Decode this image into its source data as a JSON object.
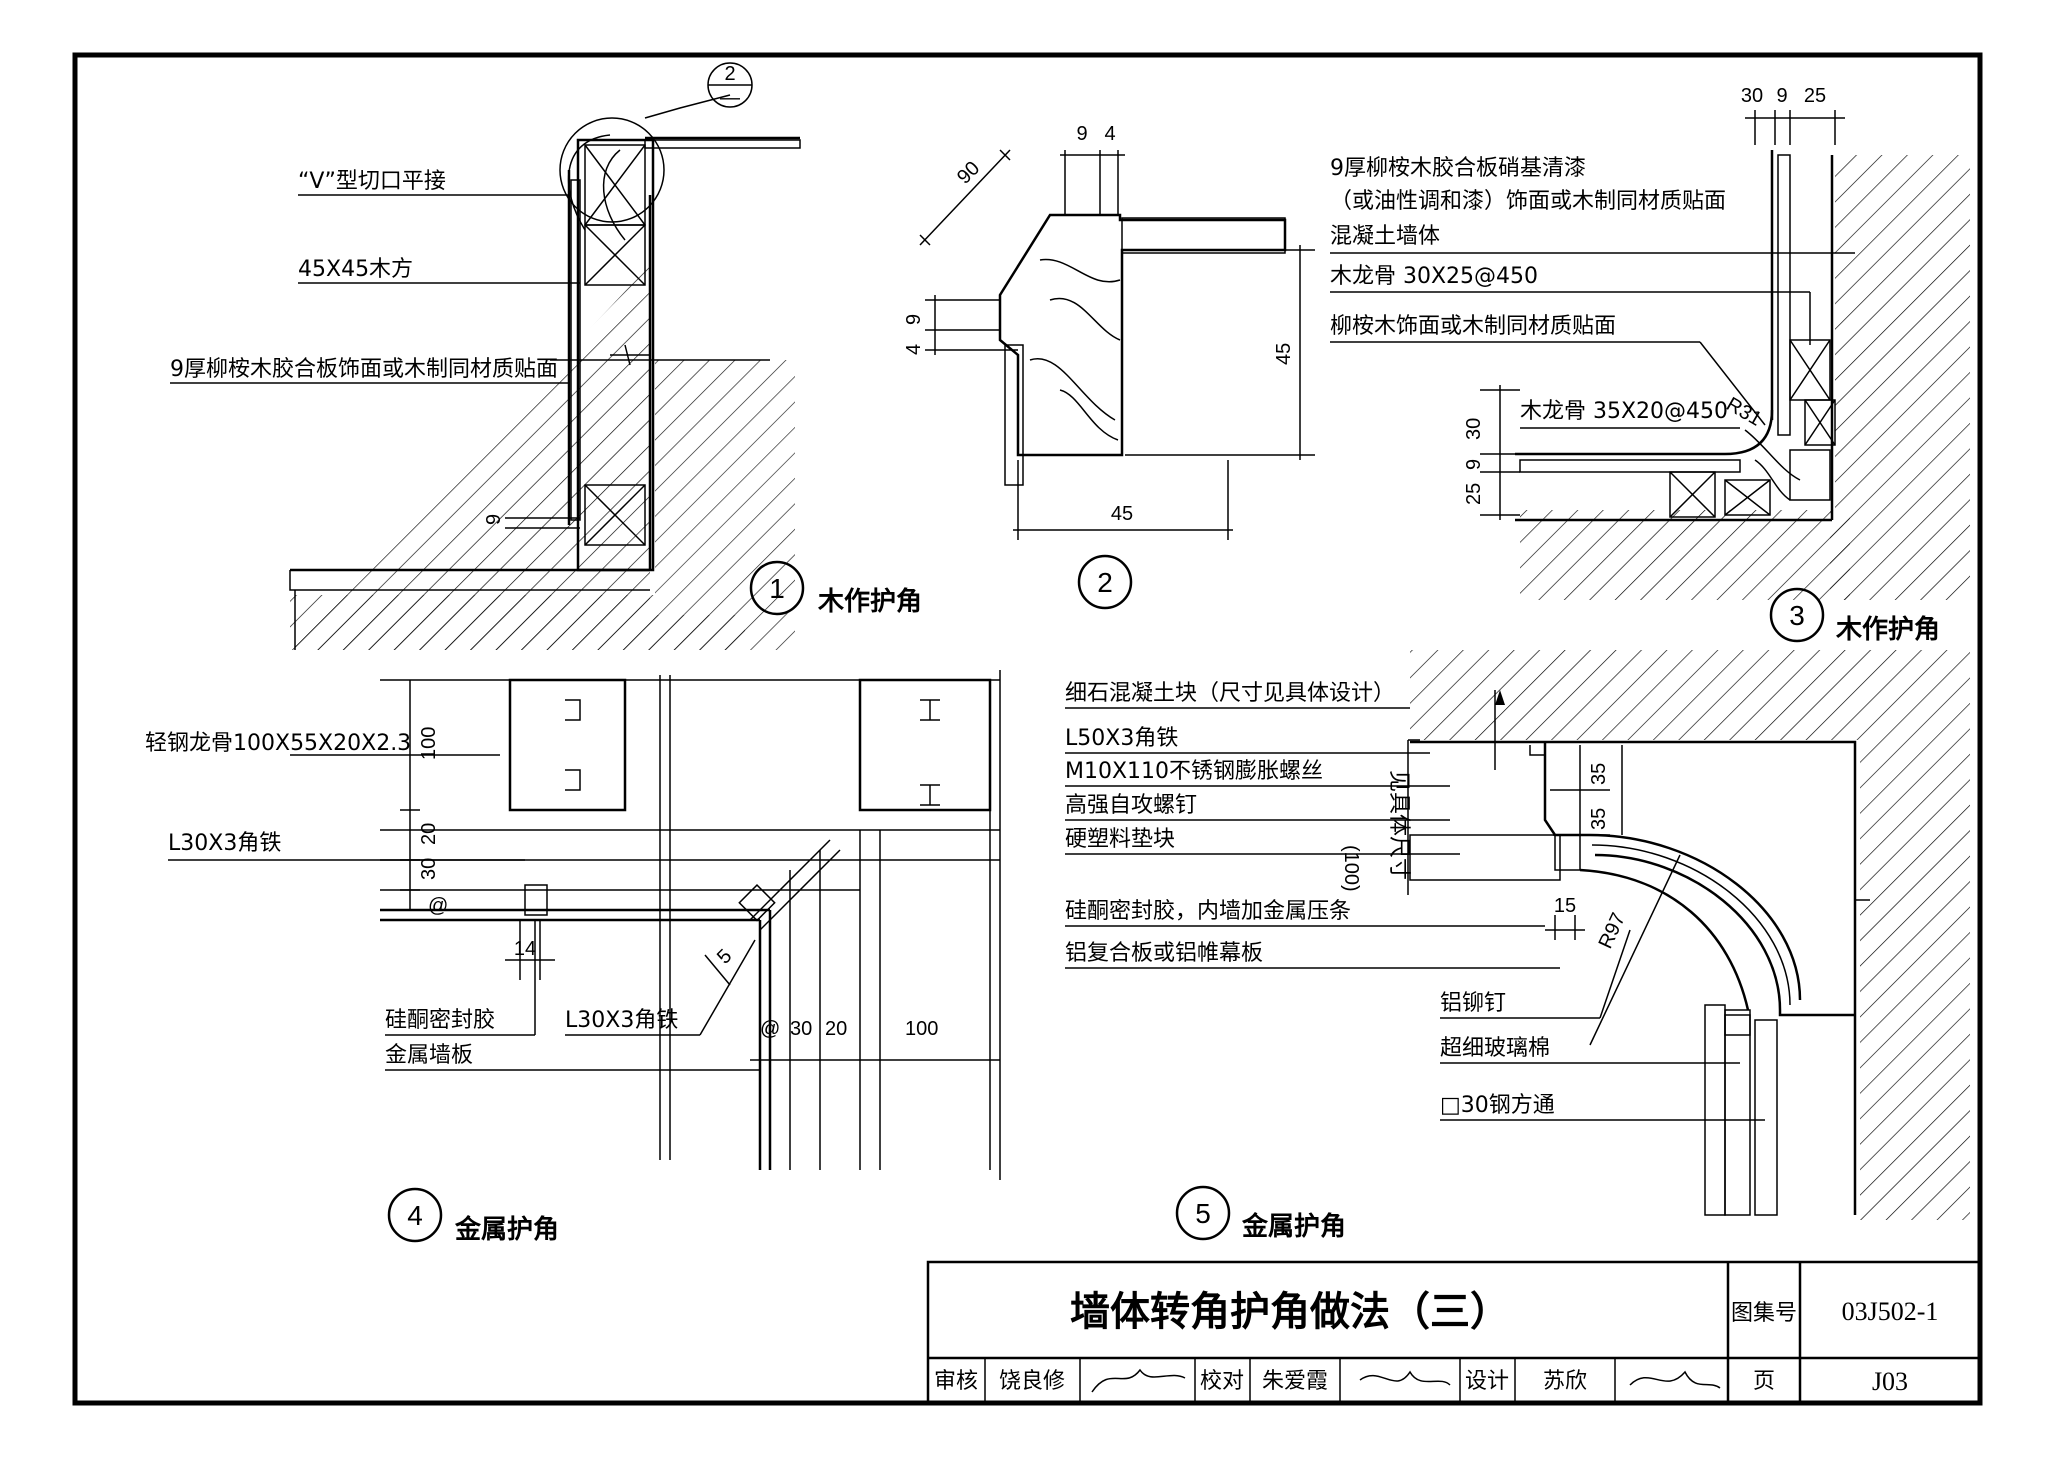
{
  "detail1": {
    "ref_top": "2",
    "ref_bottom": "—",
    "labels": [
      "“V”型切口平接",
      "45X45木方",
      "9厚柳桉木胶合板饰面或木制同材质贴面"
    ],
    "dim": "9",
    "num": "1",
    "caption": "木作护角"
  },
  "detail2": {
    "dims": [
      "9",
      "4",
      "90",
      "4",
      "9",
      "45",
      "45"
    ],
    "num": "2"
  },
  "detail3": {
    "top_dims": [
      "30",
      "9",
      "25"
    ],
    "labels": [
      "9厚柳桉木胶合板硝基清漆",
      "（或油性调和漆）饰面或木制同材质贴面",
      "混凝土墙体",
      "木龙骨 30X25@450",
      "柳桉木饰面或木制同材质贴面",
      "木龙骨 35X20@450"
    ],
    "radius": "R31",
    "left_dims": [
      "30",
      "9",
      "25"
    ],
    "num": "3",
    "caption": "木作护角"
  },
  "detail4": {
    "labels": [
      "轻钢龙骨100X55X20X2.3",
      "L30X3角铁",
      "硅酮密封胶",
      "金属墙板",
      "L30X3角铁"
    ],
    "dims_v": [
      "100",
      "20",
      "30",
      "@"
    ],
    "dim_14": "14",
    "dim_5": "5",
    "dims_h": [
      "@",
      "30",
      "20",
      "100"
    ],
    "num": "4",
    "caption": "金属护角"
  },
  "detail5": {
    "labels": [
      "细石混凝土块（尺寸见具体设计）",
      "L50X3角铁",
      "M10X110不锈钢膨胀螺丝",
      "高强自攻螺钉",
      "硬塑料垫块",
      "硅酮密封胶，内墙加金属压条",
      "铝复合板或铝帷幕板",
      "铝铆钉",
      "超细玻璃棉",
      "□30钢方通"
    ],
    "dims": [
      "35",
      "35",
      "(100)",
      "见具体尺寸",
      "15"
    ],
    "radius": "R97",
    "num": "5",
    "caption": "金属护角"
  },
  "title_block": {
    "title": "墙体转角护角做法（三）",
    "atlas_label": "图集号",
    "atlas_no": "03J502-1",
    "review_label": "审核",
    "reviewer": "饶良修",
    "check_label": "校对",
    "checker": "朱爱霞",
    "design_label": "设计",
    "designer": "苏欣",
    "page_label": "页",
    "page_no": "J03"
  }
}
